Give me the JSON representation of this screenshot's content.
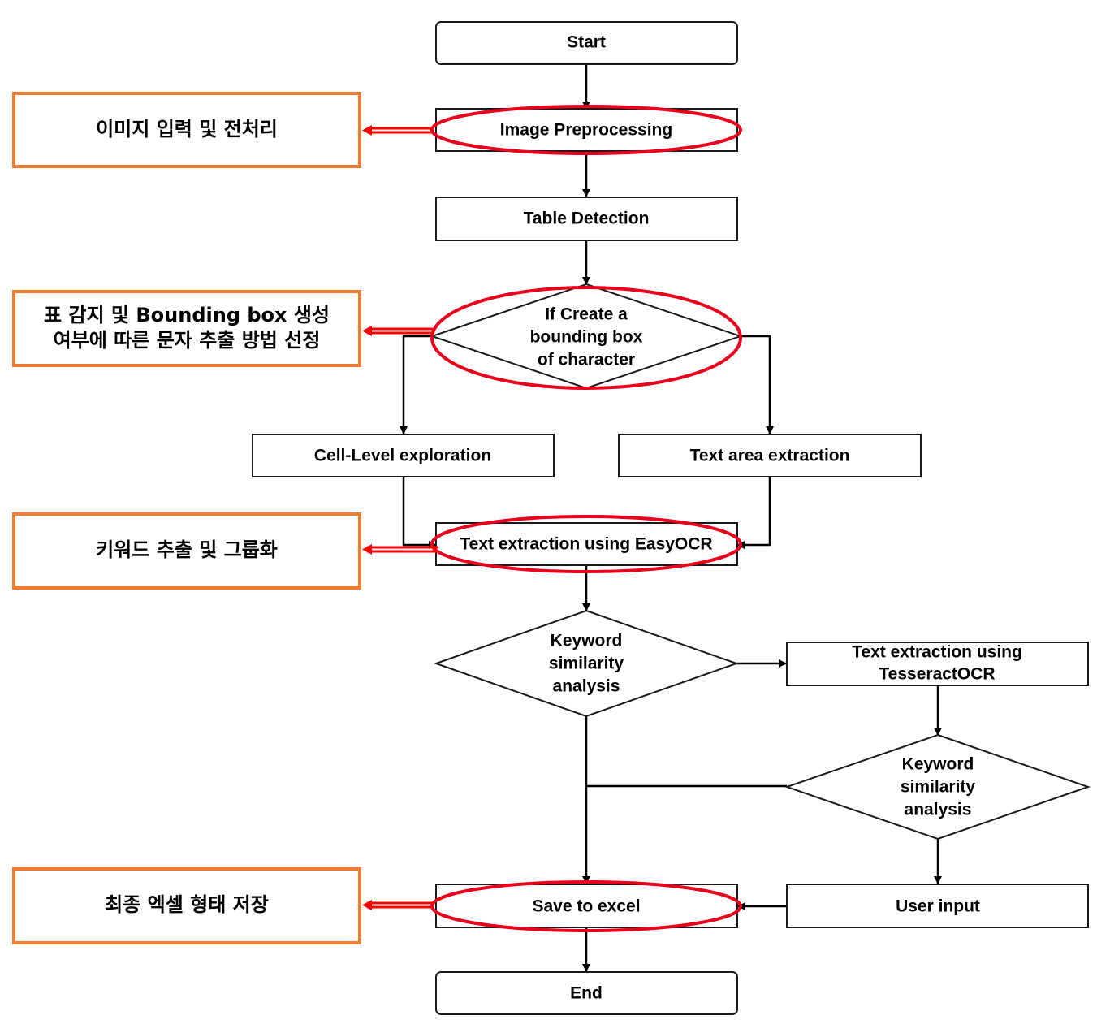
{
  "nodes": {
    "start": "Start",
    "preprocess": "Image Preprocessing",
    "table_detection": "Table Detection",
    "decision_bbox": [
      "If Create a",
      "bounding box",
      "of character"
    ],
    "cell_level": "Cell-Level exploration",
    "text_area": "Text area extraction",
    "easyocr": "Text extraction using EasyOCR",
    "keyword1": [
      "Keyword",
      "similarity",
      "analysis"
    ],
    "tesseract": [
      "Text extraction using",
      "TesseractOCR"
    ],
    "keyword2": [
      "Keyword",
      "similarity",
      "analysis"
    ],
    "save_excel": "Save to excel",
    "user_input": "User input",
    "end": "End"
  },
  "annotations": {
    "preprocess_kr": "이미지 입력 및 전처리",
    "detection_kr": [
      "표 감지 및 Bounding box 생성",
      "여부에 따른 문자 추출 방법 선정"
    ],
    "keyword_kr": "키워드 추출 및 그룹화",
    "save_kr": "최종 엑셀 형태 저장"
  },
  "colors": {
    "annotation_border": "#ed7d31",
    "highlight": "#e8001c",
    "arrow": "#ff0000"
  }
}
